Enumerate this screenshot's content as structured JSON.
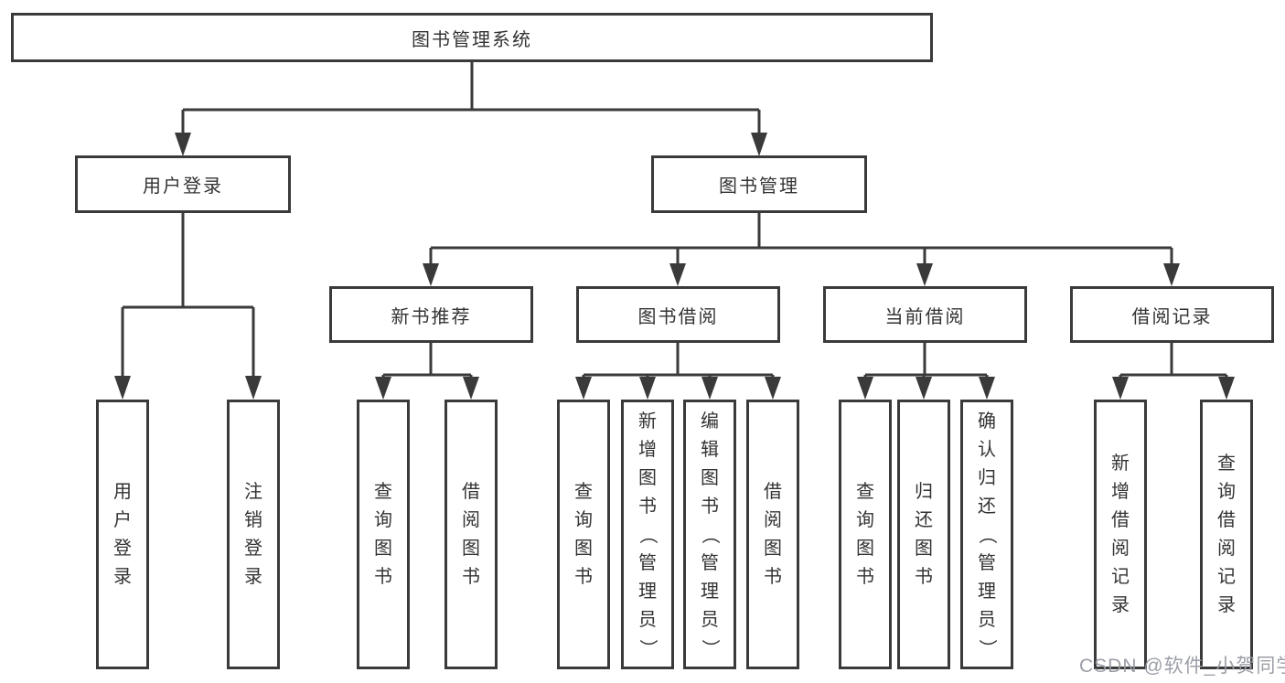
{
  "diagram": {
    "title": "图书管理系统",
    "branches": [
      {
        "label": "用户登录",
        "children": [
          {
            "label": "用户登录"
          },
          {
            "label": "注销登录"
          }
        ]
      },
      {
        "label": "图书管理",
        "children": [
          {
            "label": "新书推荐",
            "children": [
              {
                "label": "查询图书"
              },
              {
                "label": "借阅图书"
              }
            ]
          },
          {
            "label": "图书借阅",
            "children": [
              {
                "label": "查询图书"
              },
              {
                "label": "新增图书（管理员）"
              },
              {
                "label": "编辑图书（管理员）"
              },
              {
                "label": "借阅图书"
              }
            ]
          },
          {
            "label": "当前借阅",
            "children": [
              {
                "label": "查询图书"
              },
              {
                "label": "归还图书"
              },
              {
                "label": "确认归还（管理员）"
              }
            ]
          },
          {
            "label": "借阅记录",
            "children": [
              {
                "label": "新增借阅记录"
              },
              {
                "label": "查询借阅记录"
              }
            ]
          }
        ]
      }
    ]
  },
  "watermark": "CSDN @软件_小贺同学",
  "colors": {
    "line": "#3a3a3a",
    "box_border": "#3a3a3a",
    "box_fill": "#ffffff",
    "text": "#333333",
    "watermark": "#989aa3"
  }
}
